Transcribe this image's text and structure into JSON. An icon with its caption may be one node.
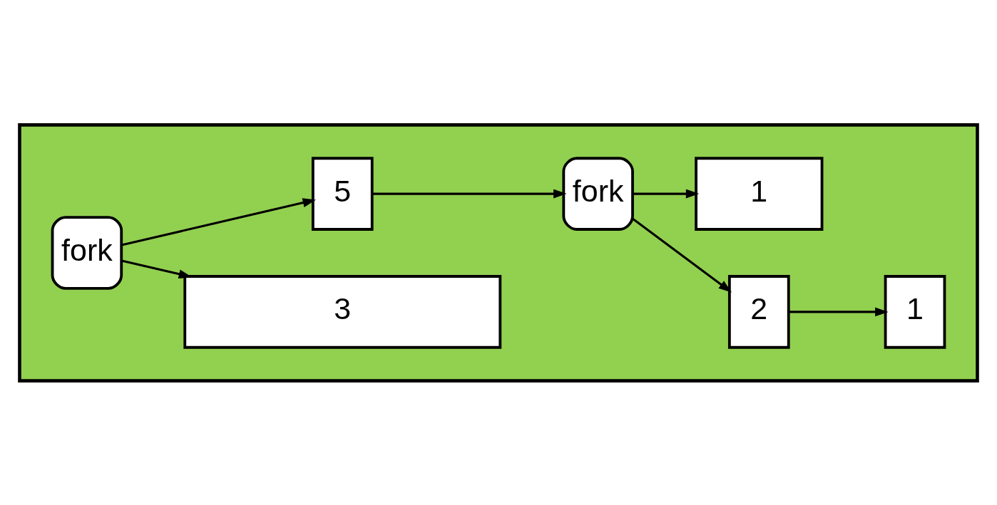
{
  "diagram": {
    "nodes": [
      {
        "text": [],
        "shape": "box"
      },
      {
        "text": [
          "fork"
        ],
        "in": 0
      },
      {
        "text": [
          "3"
        ],
        "in": 0
      },
      {
        "text": [
          "5"
        ],
        "in": 0
      },
      {
        "text": [
          "fork"
        ],
        "in": 0
      },
      {
        "text": [
          "2"
        ],
        "in": 0
      },
      {
        "text": [
          "1"
        ],
        "in": 0
      },
      {
        "text": [
          "1"
        ],
        "in": 0
      }
    ],
    "edges": [
      {
        "from": 1,
        "to": 2,
        "arrow": "to"
      },
      {
        "from": 1,
        "to": 3,
        "arrow": "to"
      },
      {
        "from": 3,
        "to": 4,
        "arrow": "to"
      },
      {
        "from": 4,
        "to": 5,
        "arrow": "to"
      },
      {
        "from": 5,
        "to": 6,
        "arrow": "to"
      },
      {
        "from": 4,
        "to": 7,
        "arrow": "to"
      }
    ]
  }
}
